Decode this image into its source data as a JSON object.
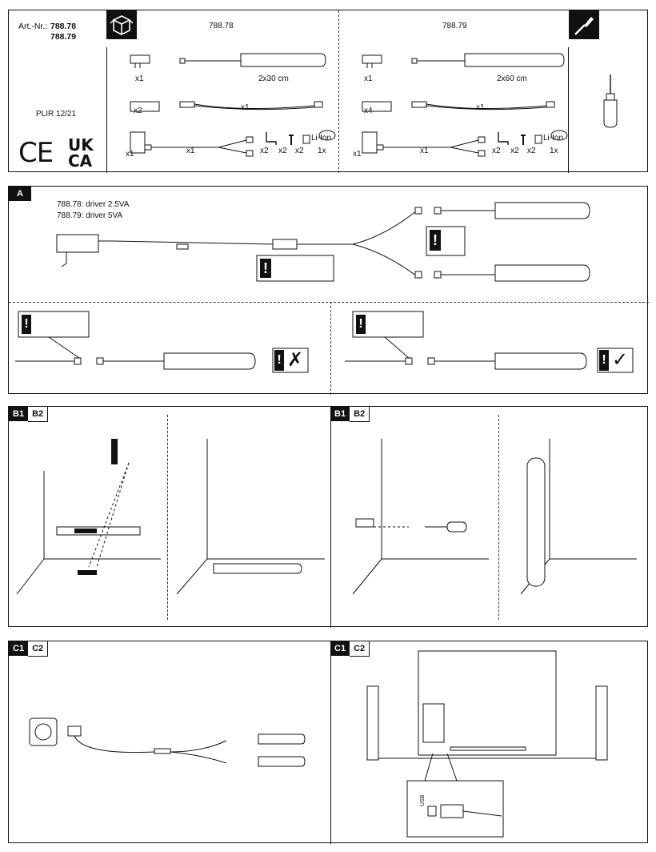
{
  "header": {
    "art_prefix": "Art.-Nr.:",
    "art_no_1": "788.78",
    "art_no_2": "788.79",
    "plir": "PLIR 12/21",
    "ce_mark": "CE",
    "ukca_mark_1": "UK",
    "ukca_mark_2": "CA"
  },
  "parts": {
    "left": {
      "title": "788.78",
      "driver_qty": "x1",
      "strip_label": "2x30 cm",
      "pad_qty": "x2",
      "cable_qty": "x1",
      "remote_qty": "x1",
      "splitter_qty": "x1",
      "bracket_qty": "x2",
      "screw_qty": "x2",
      "connector_qty": "x2",
      "battery_label": "Li-Ion",
      "battery_qty": "1x"
    },
    "right": {
      "title": "788.79",
      "driver_qty": "x1",
      "strip_label": "2x60 cm",
      "pad_qty": "x4",
      "cable_qty": "x1",
      "remote_qty": "x1",
      "splitter_qty": "x1",
      "bracket_qty": "x2",
      "screw_qty": "x2",
      "connector_qty": "x2",
      "battery_label": "Li-Ion",
      "battery_qty": "1x"
    }
  },
  "section_a": {
    "tag": "A",
    "driver_note_1": "788.78: driver 2.5VA",
    "driver_note_2": "788.79: driver 5VA"
  },
  "section_b": {
    "tag_left_1": "B1",
    "tag_left_2": "B2",
    "tag_right_1": "B1",
    "tag_right_2": "B2"
  },
  "section_c": {
    "tag_left_1": "C1",
    "tag_left_2": "C2",
    "tag_right_1": "C1",
    "tag_right_2": "C2",
    "usb_label": "USB"
  },
  "icons": [
    "box-icon",
    "screwdriver-icon",
    "warning-icon",
    "wrong-icon",
    "correct-icon"
  ]
}
